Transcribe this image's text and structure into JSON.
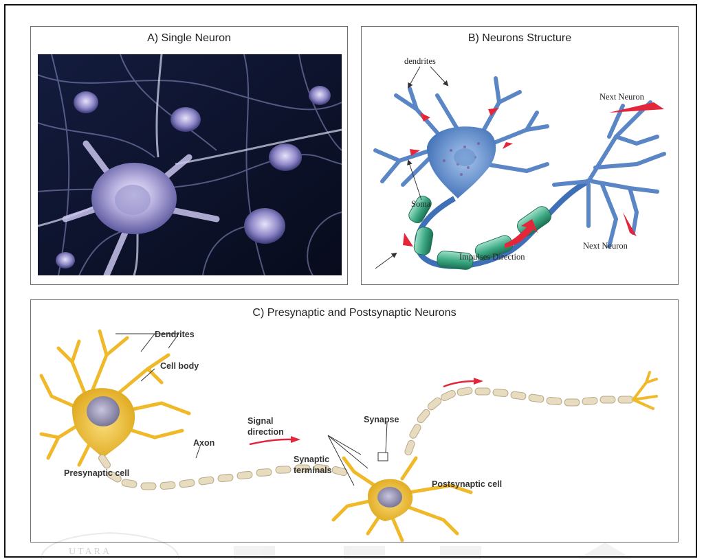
{
  "panels": {
    "a": {
      "title": "A) Single Neuron"
    },
    "b": {
      "title": "B) Neurons Structure",
      "labels": {
        "dendrites": "dendrites",
        "soma": "Soma",
        "next_neuron_top": "Next Neuron",
        "next_neuron_bottom": "Next Neuron",
        "impulses": "Impulses Direction"
      }
    },
    "c": {
      "title": "C) Presynaptic and Postsynaptic Neurons",
      "labels": {
        "dendrites": "Dendrites",
        "cell_body": "Cell body",
        "signal_line1": "Signal",
        "signal_line2": "direction",
        "axon": "Axon",
        "synapse": "Synapse",
        "synaptic_line1": "Synaptic",
        "synaptic_line2": "terminals",
        "presynaptic": "Presynaptic cell",
        "postsynaptic": "Postsynaptic cell"
      }
    }
  },
  "watermark": {
    "text": "UTARA"
  },
  "colors": {
    "photo_bg": "#0d1530",
    "neuron_blue": "#5b86c6",
    "myelin_green": "#3aa882",
    "arrow_red": "#e3263a",
    "neuron_yellow": "#f2c230",
    "myelin_beige": "#e8dcc0"
  }
}
